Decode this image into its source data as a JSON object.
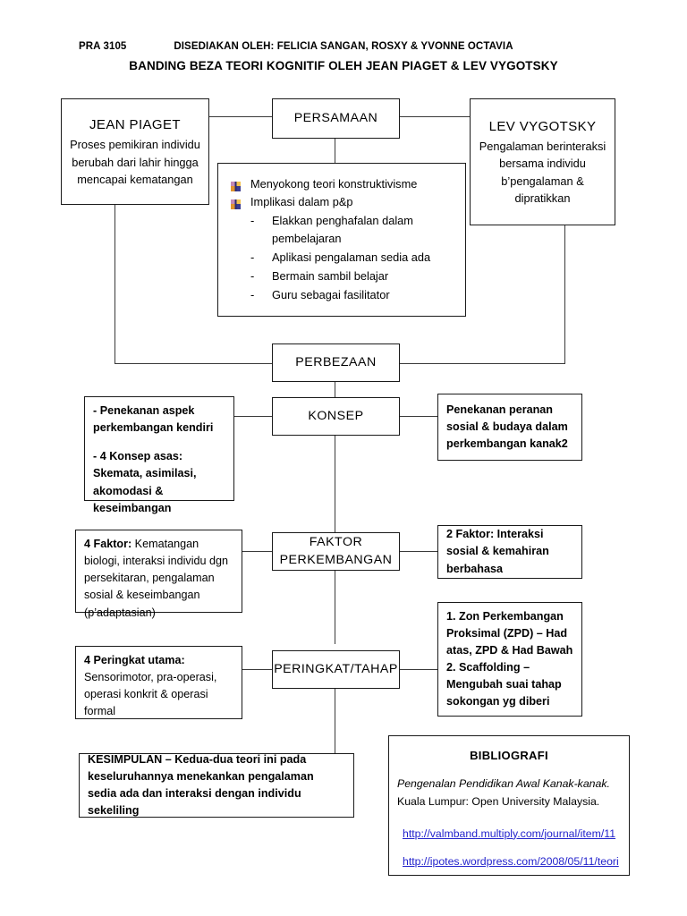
{
  "header": {
    "course_code": "PRA 3105",
    "prepared_by": "DISEDIAKAN OLEH: FELICIA SANGAN, ROSXY & YVONNE OCTAVIA",
    "title": "BANDING BEZA TEORI KOGNITIF OLEH JEAN PIAGET & LEV VYGOTSKY"
  },
  "nodes": {
    "piaget": {
      "title": "JEAN PIAGET",
      "body": "Proses pemikiran individu berubah dari lahir hingga mencapai kematangan"
    },
    "vygotsky": {
      "title": "LEV VYGOTSKY",
      "body": "Pengalaman berinteraksi bersama individu b’pengalaman & dipratikkan"
    },
    "persamaan": {
      "label": "PERSAMAAN"
    },
    "perbezaan": {
      "label": "PERBEZAAN"
    },
    "konsep": {
      "label": "KONSEP"
    },
    "faktor": {
      "label": "FAKTOR PERKEMBANGAN"
    },
    "peringkat": {
      "label": "PERINGKAT/TAHAP"
    }
  },
  "persamaan_details": {
    "bullets": [
      "Menyokong teori konstruktivisme",
      "Implikasi dalam p&p"
    ],
    "sub_items": [
      "Elakkan penghafalan dalam pembelajaran",
      "Aplikasi pengalaman sedia ada",
      "Bermain sambil belajar",
      "Guru sebagai fasilitator"
    ],
    "bullet_icon": "arrow-bullet-icon",
    "dash_marker": "-"
  },
  "konsep": {
    "piaget_line1": "- Penekanan aspek perkembangan kendiri",
    "piaget_line2": "- 4 Konsep asas: Skemata, asimilasi, akomodasi & keseimbangan",
    "vygotsky": "Penekanan peranan sosial & budaya dalam perkembangan kanak2"
  },
  "faktor": {
    "piaget_lead": "4 Faktor:",
    "piaget_rest": " Kematangan biologi, interaksi individu dgn persekitaran, pengalaman sosial & keseimbangan (p’adaptasian)",
    "vygotsky_lead": "2 Faktor:",
    "vygotsky_rest": " Interaksi sosial & kemahiran berbahasa"
  },
  "peringkat": {
    "piaget_lead": "4 Peringkat utama:",
    "piaget_rest": " Sensorimotor, pra-operasi, operasi konkrit & operasi formal",
    "vygotsky_line1": "1. Zon Perkembangan Proksimal (ZPD) – Had atas, ZPD & Had Bawah",
    "vygotsky_line2": "2. Scaffolding – Mengubah suai tahap sokongan yg diberi"
  },
  "kesimpulan": {
    "text": "KESIMPULAN – Kedua-dua teori ini pada keseluruhannya menekankan pengalaman sedia ada dan interaksi dengan individu sekeliling"
  },
  "bibliografi": {
    "title": "BIBLIOGRAFI",
    "reference_italic": "Pengenalan Pendidikan Awal Kanak-kanak.",
    "reference_rest": "  Kuala Lumpur: Open University Malaysia.",
    "links": [
      "http://valmband.multiply.com/journal/item/11",
      "http://ipotes.wordpress.com/2008/05/11/teori"
    ],
    "link_color": "#2222cc"
  }
}
